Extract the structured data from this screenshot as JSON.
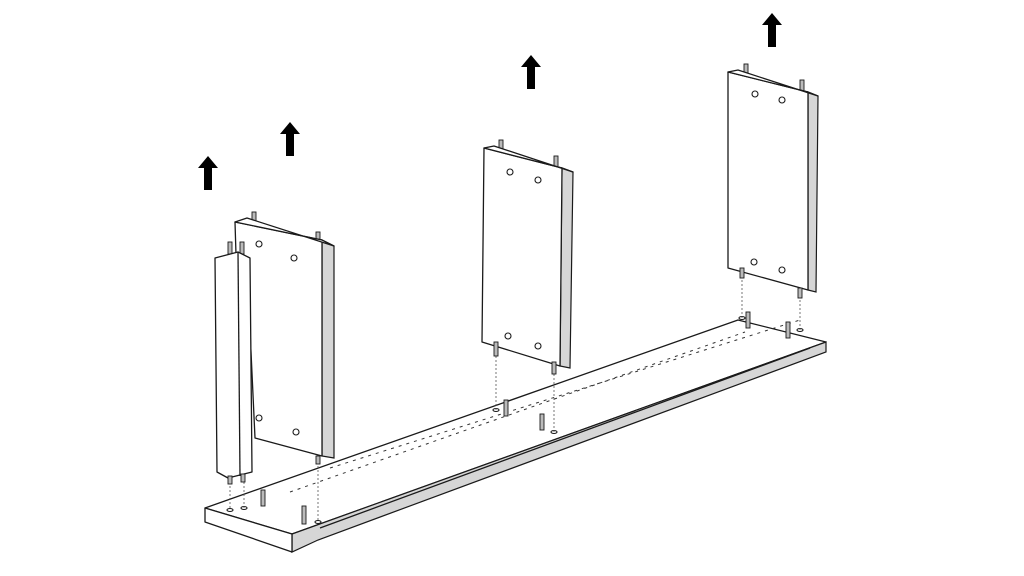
{
  "diagram": {
    "colors": {
      "line": "#1a1a1a",
      "background": "#ffffff",
      "arrow": "#000000",
      "panel_edge": "#d6d6d6"
    },
    "icons": [
      "arrow-up-icon",
      "arrow-up-icon",
      "arrow-up-icon",
      "arrow-up-icon"
    ],
    "panels": [
      "narrow-side-panel",
      "panel-left",
      "panel-middle",
      "panel-right"
    ]
  }
}
